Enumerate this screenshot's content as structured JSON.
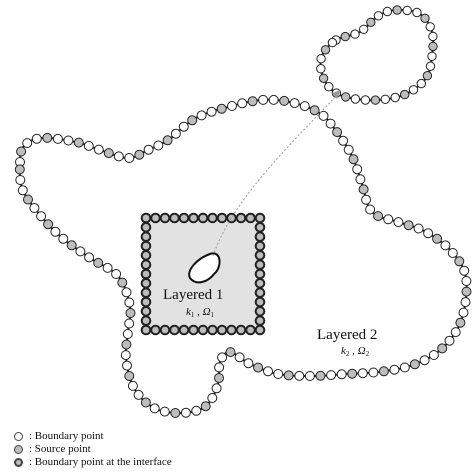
{
  "layer1": {
    "name": "Layered 1",
    "k": "k",
    "k_sub": "1",
    "omega": "Ω",
    "omega_sub": "1"
  },
  "layer2": {
    "name": "Layered 2",
    "k": "k",
    "k_sub": "2",
    "omega": "Ω",
    "omega_sub": "2"
  },
  "legend": [
    {
      "type": "boundary",
      "label": ": Boundary point"
    },
    {
      "type": "source",
      "label": ": Source point"
    },
    {
      "type": "interface",
      "label": ": Boundary point at the interface"
    }
  ],
  "colors": {
    "boundary_fill": "#ffffff",
    "source_fill": "#bdbdbd",
    "stroke": "#222222",
    "region_fill": "#e2e2e2"
  }
}
